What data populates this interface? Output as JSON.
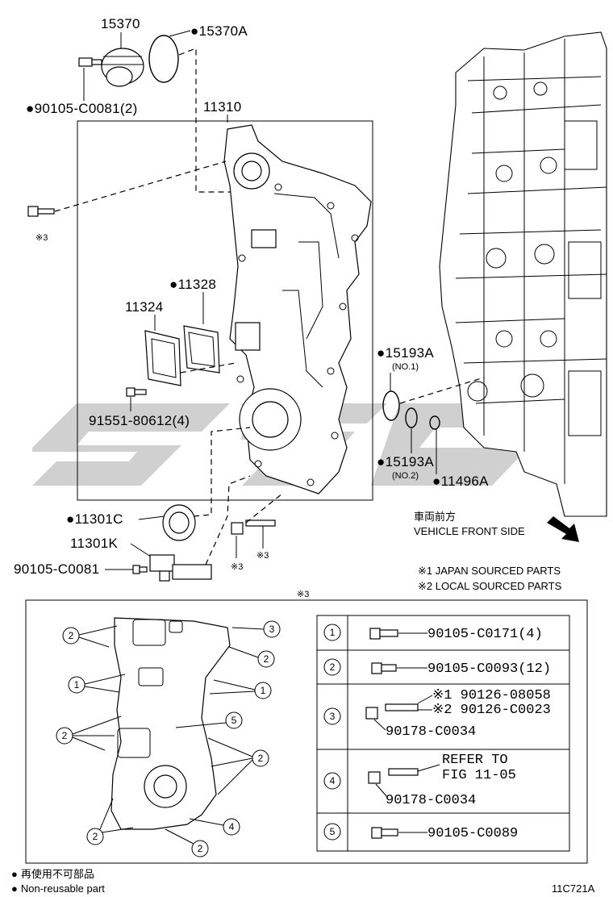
{
  "diagram_id": "11C721A",
  "watermark_text": "SPC",
  "colors": {
    "line": "#000000",
    "watermark": "#c8c8c8",
    "background": "#ffffff"
  },
  "parts": {
    "p15370": "15370",
    "p15370A": "15370A",
    "p90105_C0081_2": "90105-C0081(2)",
    "p11310": "11310",
    "p11328": "11328",
    "p11324": "11324",
    "p91551": "91551-80612(4)",
    "p15193A_no1": "15193A",
    "p15193A_no1_sub": "(NO.1)",
    "p15193A_no2": "15193A",
    "p15193A_no2_sub": "(NO.2)",
    "p11496A": "11496A",
    "p11301C": "11301C",
    "p11301K": "11301K",
    "p90105_C0081": "90105-C0081",
    "ref3_a": "※3",
    "ref3_b": "※3",
    "ref3_c": "※3",
    "ref3_box": "※3"
  },
  "bullet": "●",
  "direction": {
    "jp": "車両前方",
    "en": "VEHICLE FRONT SIDE"
  },
  "footnotes": {
    "n1": "※1 JAPAN SOURCED PARTS",
    "n2": "※2 LOCAL SOURCED PARTS"
  },
  "legend_table": [
    {
      "num": "1",
      "lines": [
        "90105-C0171(4)"
      ]
    },
    {
      "num": "2",
      "lines": [
        "90105-C0093(12)"
      ]
    },
    {
      "num": "3",
      "lines": [
        "※1 90126-08058",
        "※2 90126-C0023",
        "90178-C0034"
      ]
    },
    {
      "num": "4",
      "lines": [
        "REFER TO",
        "FIG 11-05",
        "90178-C0034"
      ]
    },
    {
      "num": "5",
      "lines": [
        "90105-C0089"
      ]
    }
  ],
  "callouts_left": [
    "2",
    "1",
    "2",
    "2"
  ],
  "callouts_right": [
    "3",
    "2",
    "1",
    "5",
    "2",
    "4",
    "2"
  ],
  "legend_bottom": {
    "jp": "再使用不可部品",
    "en": "Non-reusable part"
  }
}
